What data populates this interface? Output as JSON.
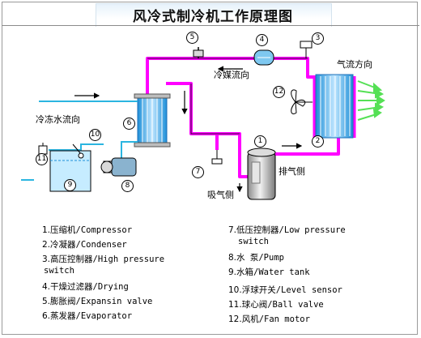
{
  "title": "风冷式制冷机工作原理图",
  "labels": {
    "refrigerant_direction": "冷媒流向",
    "airflow_direction": "气流方向",
    "chilled_water_direction": "冷冻水流向",
    "discharge_side": "排气侧",
    "suction_side": "吸气侧"
  },
  "markers": [
    "1",
    "2",
    "3",
    "4",
    "5",
    "6",
    "7",
    "8",
    "9",
    "10",
    "11",
    "12"
  ],
  "legend": [
    {
      "num": "1.",
      "text": "压缩机/Compressor"
    },
    {
      "num": "2.",
      "text": "冷凝器/Condenser"
    },
    {
      "num": "3.",
      "text": "高压控制器/High pressure",
      "text2": "switch"
    },
    {
      "num": "4.",
      "text": "干燥过滤器/Drying"
    },
    {
      "num": "5.",
      "text": "膨胀阀/Expansin valve"
    },
    {
      "num": "6.",
      "text": "蒸发器/Evaporator"
    },
    {
      "num": "7.",
      "text": "低压控制器/Low pressure",
      "text2": "switch"
    },
    {
      "num": "8.",
      "text": "水 泵/Pump"
    },
    {
      "num": "9.",
      "text": "水箱/Water tank"
    },
    {
      "num": "10.",
      "text": "浮球开关/Level sensor"
    },
    {
      "num": "11.",
      "text": "球心阀/Ball valve"
    },
    {
      "num": "12.",
      "text": "风机/Fan motor"
    }
  ],
  "colors": {
    "refrigerant_pipe": "#ff00ff",
    "airflow_arrow": "#55e055",
    "water_pipe": "#2bb5e0",
    "coil": "#35a9e8"
  }
}
